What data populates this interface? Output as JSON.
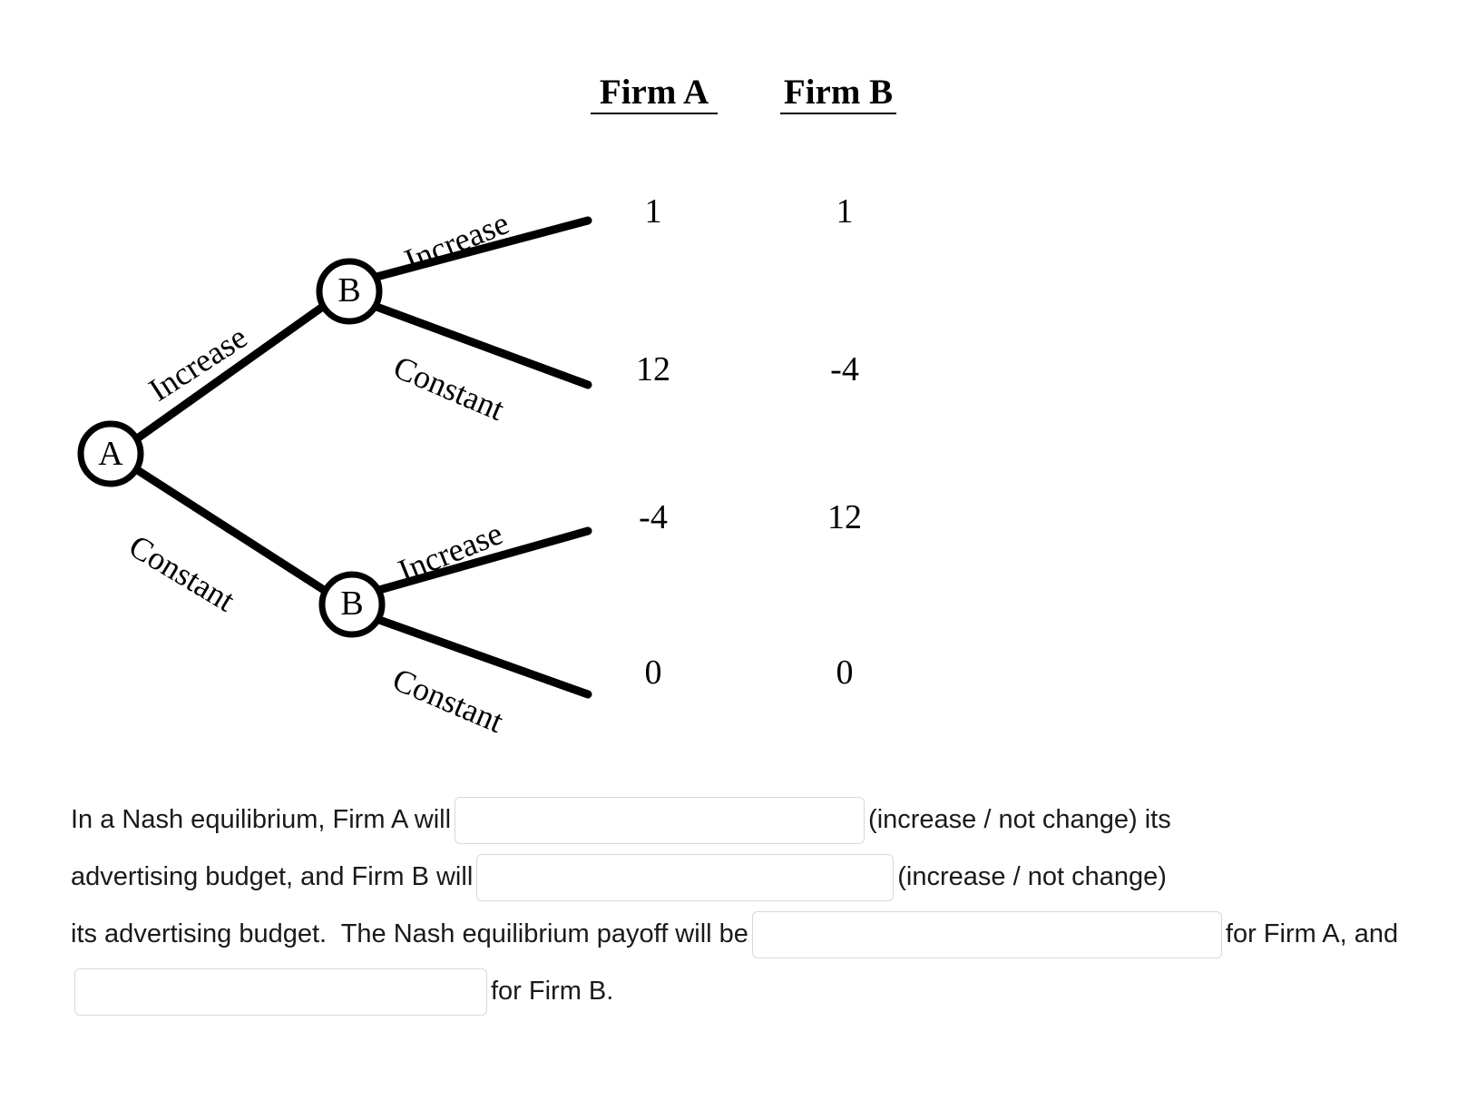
{
  "figure": {
    "headers": [
      {
        "id": "firm-a",
        "label": "Firm A"
      },
      {
        "id": "firm-b",
        "label": "Firm B"
      }
    ],
    "nodes": [
      {
        "id": "a",
        "label": "A"
      },
      {
        "id": "b1",
        "label": "B"
      },
      {
        "id": "b2",
        "label": "B"
      }
    ],
    "branch_labels": {
      "a_increase": "Increase",
      "a_constant": "Constant",
      "b1_increase": "Increase",
      "b1_constant": "Constant",
      "b2_increase": "Increase",
      "b2_constant": "Constant"
    },
    "outcomes": [
      {
        "path": "Increase / Increase",
        "firm_a": "1",
        "firm_b": "1"
      },
      {
        "path": "Increase / Constant",
        "firm_a": "12",
        "firm_b": "-4"
      },
      {
        "path": "Constant / Increase",
        "firm_a": "-4",
        "firm_b": "12"
      },
      {
        "path": "Constant / Constant",
        "firm_a": "0",
        "firm_b": "0"
      }
    ],
    "stroke_color": "#000000"
  },
  "question": {
    "text_1": "In a Nash equilibrium, Firm A will",
    "text_2": "(increase / not change) its",
    "text_3": "advertising budget, and Firm B will",
    "text_4": "(increase / not change)",
    "text_5": "its advertising budget.  The Nash equilibrium payoff will be",
    "text_6": "for Firm A, and",
    "text_7": "for Firm B.",
    "blanks": {
      "firm_a_action": {
        "value": "",
        "placeholder": ""
      },
      "firm_b_action": {
        "value": "",
        "placeholder": ""
      },
      "payoff_a": {
        "value": "",
        "placeholder": ""
      },
      "payoff_b": {
        "value": "",
        "placeholder": ""
      }
    }
  }
}
